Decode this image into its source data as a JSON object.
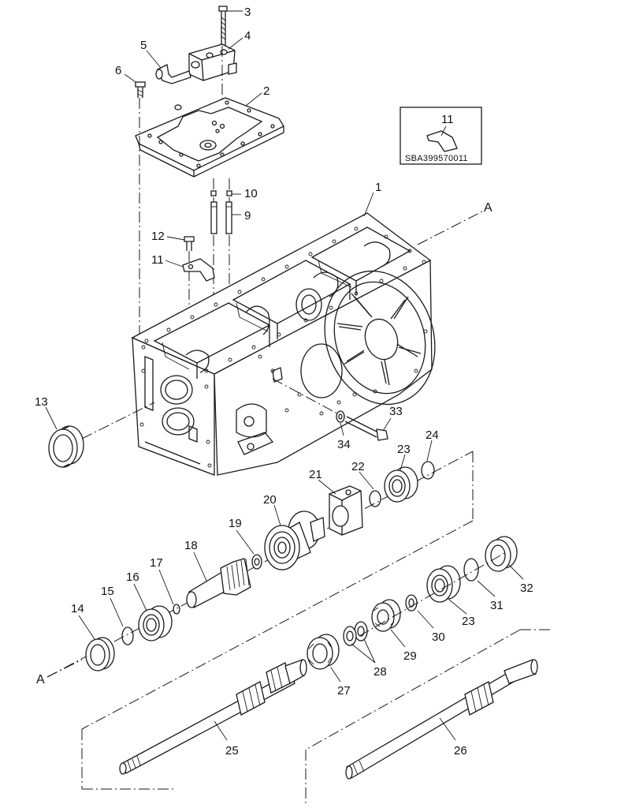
{
  "inset": {
    "part_number": "11",
    "code": "SBA399570011"
  },
  "section_marks": [
    "A",
    "A"
  ],
  "parts": [
    {
      "label": "1"
    },
    {
      "label": "2"
    },
    {
      "label": "3"
    },
    {
      "label": "4"
    },
    {
      "label": "5"
    },
    {
      "label": "6"
    },
    {
      "label": "9"
    },
    {
      "label": "10"
    },
    {
      "label": "11"
    },
    {
      "label": "12"
    },
    {
      "label": "13"
    },
    {
      "label": "14"
    },
    {
      "label": "15"
    },
    {
      "label": "16"
    },
    {
      "label": "17"
    },
    {
      "label": "18"
    },
    {
      "label": "19"
    },
    {
      "label": "20"
    },
    {
      "label": "21"
    },
    {
      "label": "22"
    },
    {
      "label": "23"
    },
    {
      "label": "24"
    },
    {
      "label": "23"
    },
    {
      "label": "25"
    },
    {
      "label": "26"
    },
    {
      "label": "27"
    },
    {
      "label": "28"
    },
    {
      "label": "29"
    },
    {
      "label": "30"
    },
    {
      "label": "31"
    },
    {
      "label": "32"
    },
    {
      "label": "33"
    },
    {
      "label": "34"
    }
  ]
}
